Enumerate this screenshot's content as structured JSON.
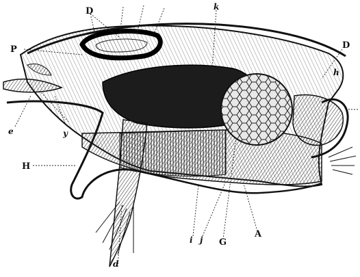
{
  "figure": {
    "labels": {
      "D_top": "D",
      "P": "P",
      "k": "k",
      "D_right": "D",
      "h": "h",
      "e": "e",
      "y": "y",
      "H": "H",
      "d": "d",
      "i": "i",
      "j": "j",
      "G": "G",
      "A": "A"
    }
  }
}
